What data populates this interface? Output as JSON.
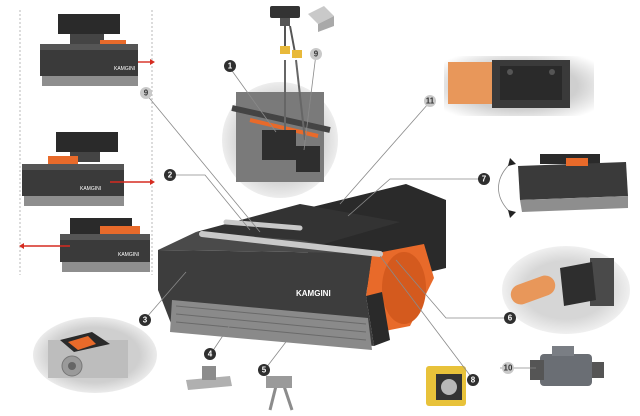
{
  "brand": {
    "logo_text": "KAMGINI"
  },
  "colors": {
    "body": "#3b3b3b",
    "body_dark": "#262626",
    "accent_orange": "#e86a2a",
    "callout_dark": "#2f2f2f",
    "callout_light": "#c9c9c9",
    "arrow_red": "#d62b20"
  },
  "callouts": [
    {
      "id": "1",
      "label": "1",
      "style": "dark"
    },
    {
      "id": "2",
      "label": "2",
      "style": "dark"
    },
    {
      "id": "3",
      "label": "3",
      "style": "dark"
    },
    {
      "id": "4",
      "label": "4",
      "style": "dark"
    },
    {
      "id": "5",
      "label": "5",
      "style": "dark"
    },
    {
      "id": "6",
      "label": "6",
      "style": "dark"
    },
    {
      "id": "7",
      "label": "7",
      "style": "dark"
    },
    {
      "id": "8",
      "label": "8",
      "style": "dark"
    },
    {
      "id": "9a",
      "label": "9",
      "style": "light"
    },
    {
      "id": "9b",
      "label": "9",
      "style": "light"
    },
    {
      "id": "10",
      "label": "10",
      "style": "light"
    },
    {
      "id": "11",
      "label": "11",
      "style": "light"
    }
  ]
}
